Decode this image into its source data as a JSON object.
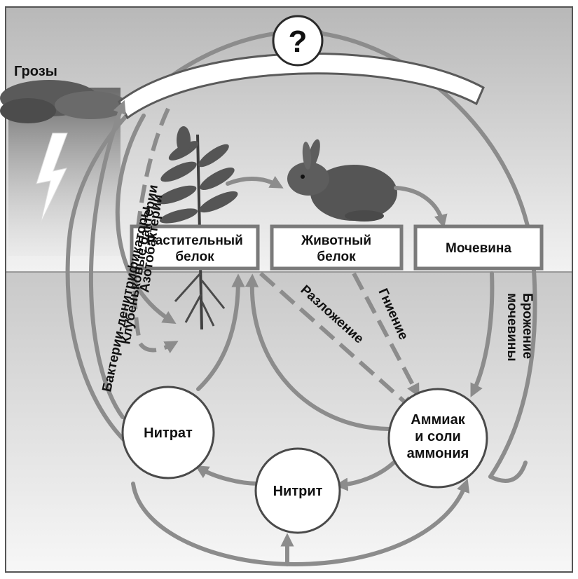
{
  "diagram": {
    "unknown_label": "?",
    "storm_label": "Грозы",
    "boxes": {
      "plant_protein": [
        "Растительный",
        "белок"
      ],
      "animal_protein": [
        "Животный",
        "белок"
      ],
      "urea": "Мочевина"
    },
    "nodes": {
      "nitrate": "Нитрат",
      "nitrite": "Нитрит",
      "ammonia": [
        "Аммиак",
        "и соли",
        "аммония"
      ]
    },
    "process_labels": {
      "denitrifiers": "Бактерии-денитрификаторы",
      "nodule_bacteria": "Клубеньковые бактерии",
      "azotobacter": "Азотобактерии",
      "decomposition": "Разложение",
      "putrefaction": "Гниение",
      "urea_fermentation": [
        "Брожение",
        "мочевины"
      ]
    }
  }
}
